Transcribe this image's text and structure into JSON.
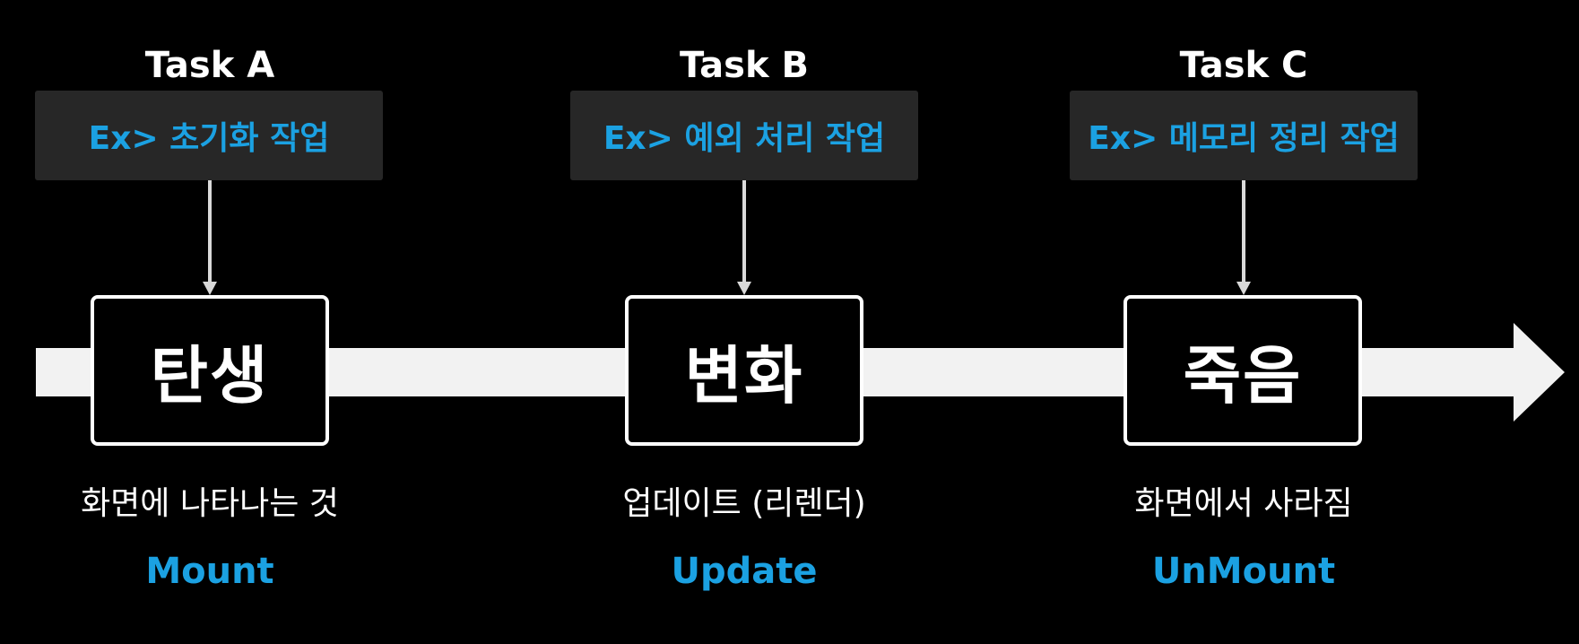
{
  "stages": [
    {
      "task": "Task A",
      "example": "Ex> 초기화 작업",
      "stage": "탄생",
      "description": "화면에 나타나는 것",
      "phase": "Mount"
    },
    {
      "task": "Task B",
      "example": "Ex> 예외 처리 작업",
      "stage": "변화",
      "description": "업데이트 (리렌더)",
      "phase": "Update"
    },
    {
      "task": "Task C",
      "example": "Ex> 메모리 정리 작업",
      "stage": "죽음",
      "description": "화면에서 사라짐",
      "phase": "UnMount"
    }
  ],
  "colors": {
    "background": "#000000",
    "accent": "#1ba1e2",
    "box_fill": "#272727",
    "timeline": "#f2f2f2",
    "connector": "#d9d9d9"
  }
}
